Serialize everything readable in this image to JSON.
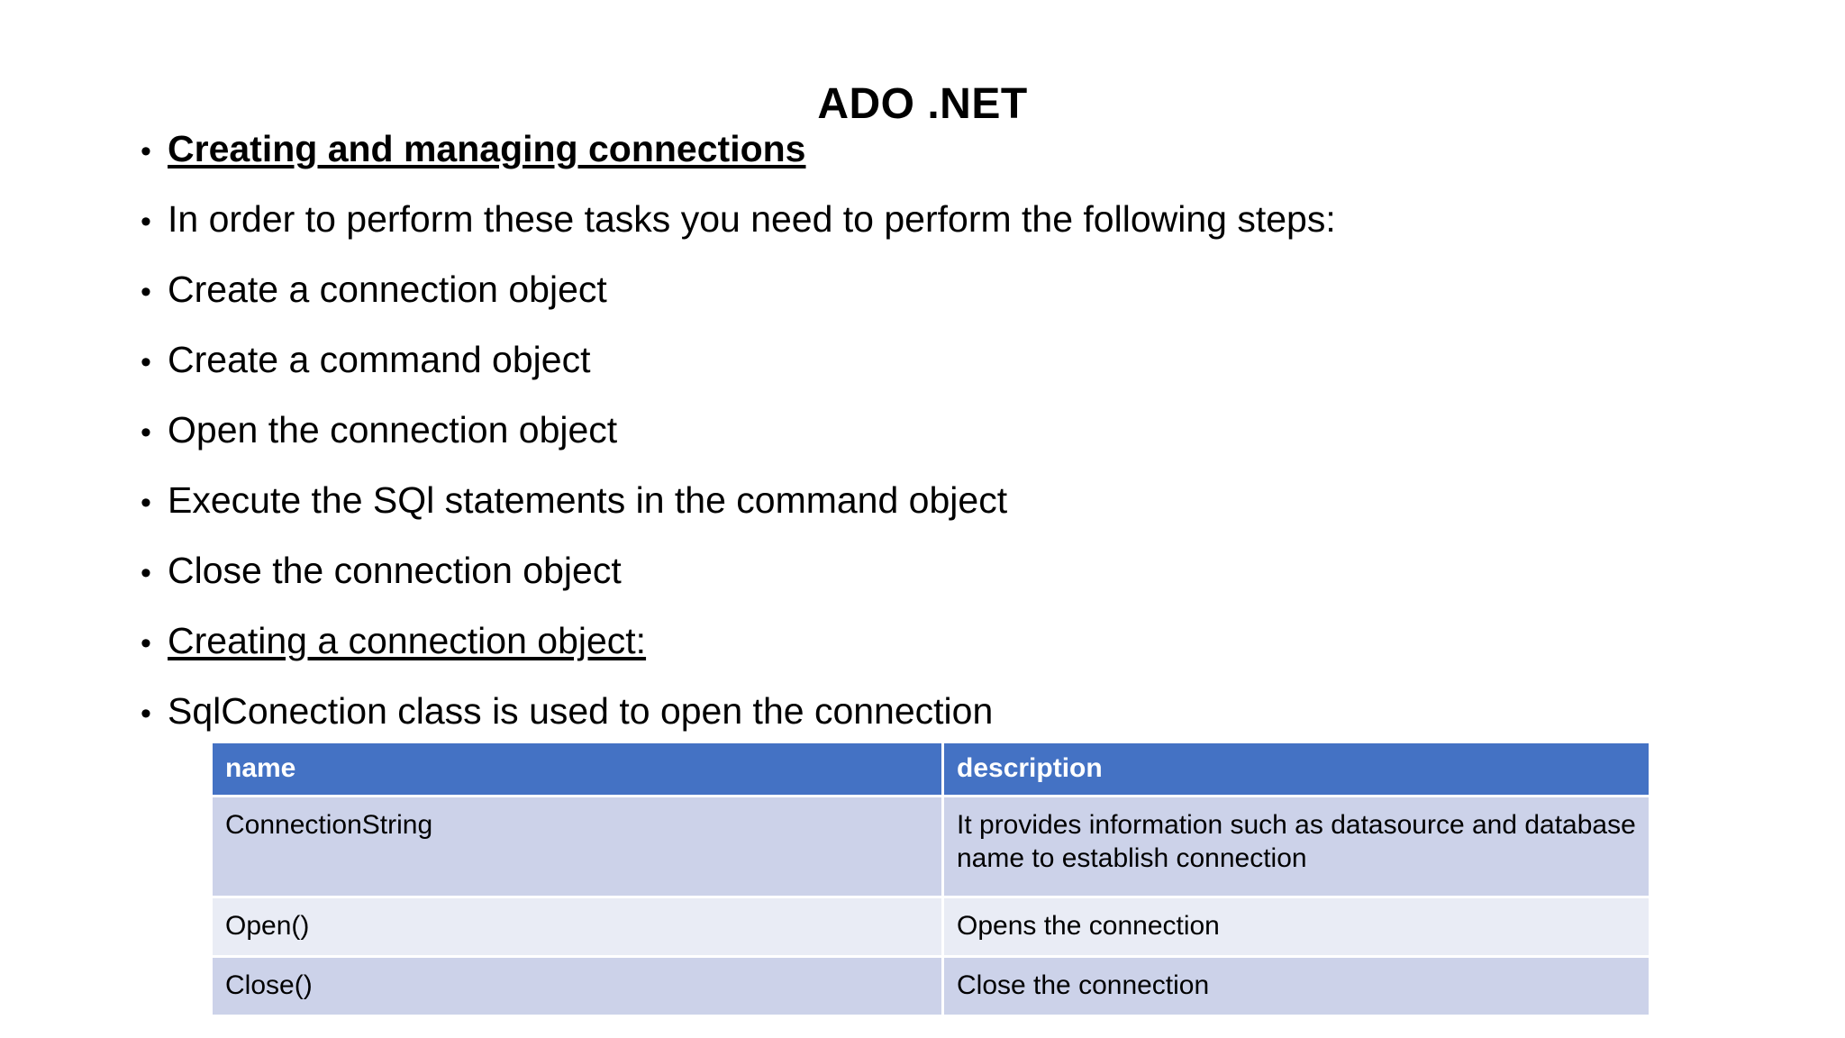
{
  "slide": {
    "title": "ADO .NET",
    "bullet_marker": "•",
    "bullets": [
      {
        "text": "Creating and managing connections",
        "style": "bold-underline"
      },
      {
        "text": "In order to perform these tasks you need to perform the following steps:",
        "style": "plain"
      },
      {
        "text": "Create a connection object",
        "style": "plain"
      },
      {
        "text": "Create a command object",
        "style": "plain"
      },
      {
        "text": "Open the connection object",
        "style": "plain"
      },
      {
        "text": "Execute the SQl statements in the command object",
        "style": "plain"
      },
      {
        "text": "Close the connection object",
        "style": "plain"
      },
      {
        "text": "Creating a connection object:",
        "style": "underline"
      },
      {
        "text": "SqlConection class is used to open the connection",
        "style": "plain"
      }
    ],
    "table": {
      "headers": [
        "name",
        "description"
      ],
      "rows": [
        {
          "name": "ConnectionString",
          "description": "It provides information such as datasource and database name to establish connection"
        },
        {
          "name": "Open()",
          "description": "Opens the connection"
        },
        {
          "name": "Close()",
          "description": "Close the connection"
        }
      ]
    },
    "colors": {
      "header_blue": "#4472C4",
      "row_shade_dark": "#CCD2E9",
      "row_shade_light": "#E9ECF5",
      "text": "#000000",
      "background": "#FFFFFF"
    }
  }
}
